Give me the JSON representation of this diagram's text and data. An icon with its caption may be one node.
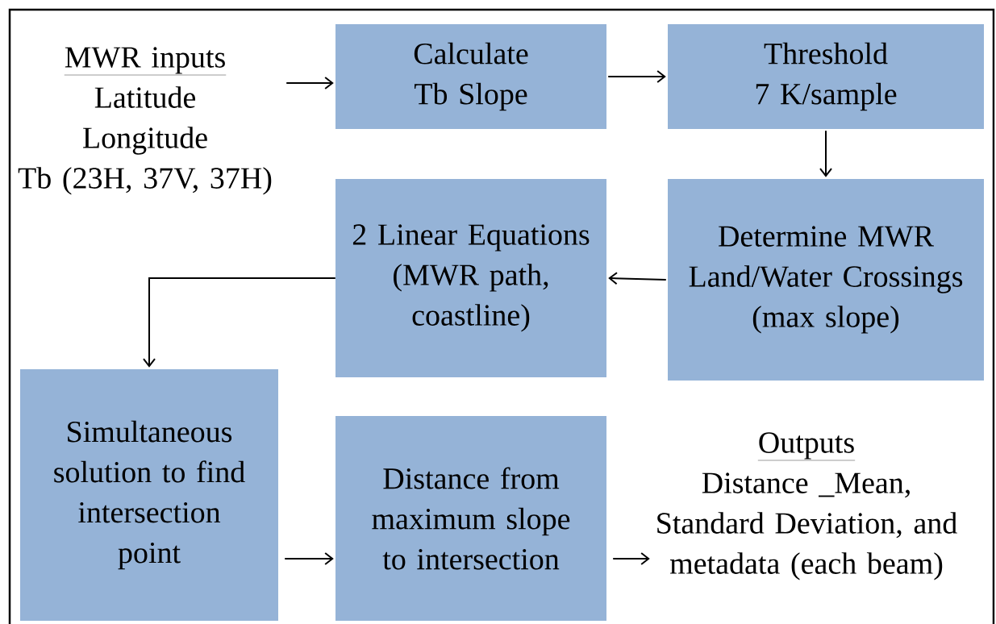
{
  "diagram": {
    "nodes": [
      {
        "text": [
          "MWR inputs",
          "Latitude",
          "Longitude",
          "Tb (23H, 37V, 37H)"
        ]
      },
      {
        "text": [
          "Calculate Tb Slope"
        ]
      },
      {
        "text": [
          "Threshold 7 K/sample"
        ]
      },
      {
        "text": [
          "Determine MWR Land/Water Crossings (max slope)"
        ]
      },
      {
        "text": [
          "2 Linear Equations (MWR path, coastline)"
        ]
      },
      {
        "text": [
          "Simultaneous solution to find intersection point"
        ]
      },
      {
        "text": [
          "Distance from maximum slope to intersection"
        ]
      },
      {
        "text": [
          "Outputs",
          "Distance _Mean, Standard Deviation, and metadata (each beam)"
        ]
      }
    ],
    "edges": [
      {
        "from": 0,
        "to": 1,
        "arrow": "to"
      },
      {
        "from": 1,
        "to": 2,
        "arrow": "to"
      },
      {
        "from": 2,
        "to": 3,
        "arrow": "to"
      },
      {
        "from": 3,
        "to": 4,
        "arrow": "to"
      },
      {
        "from": 4,
        "to": 5,
        "arrow": "to"
      },
      {
        "from": 5,
        "to": 6,
        "arrow": "to"
      },
      {
        "from": 6,
        "to": 7,
        "arrow": "to"
      }
    ]
  }
}
